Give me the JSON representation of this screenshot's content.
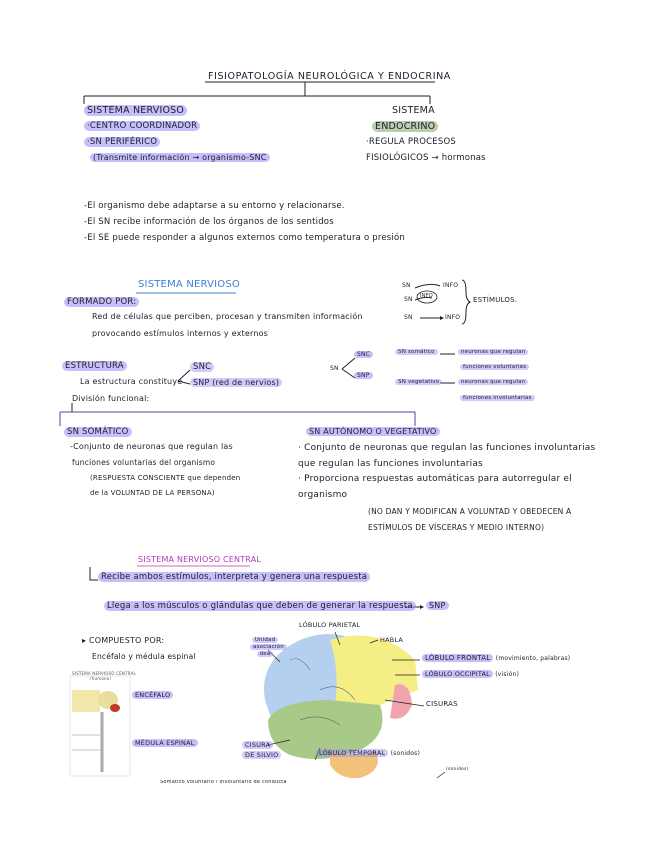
{
  "title": "FISIOPATOLOGÍA NEUROLÓGICA Y ENDOCRINA",
  "colors": {
    "highlight": "#9a8cf4",
    "green": "#8fb17f",
    "sn_title": "#3d7fd1",
    "snc_title": "#b437b8"
  },
  "top": {
    "nervioso": {
      "title": "SISTEMA NERVIOSO",
      "items": [
        "·CENTRO COORDINADOR",
        "·SN PERIFÉRICO",
        "(Transmite información → organismo-SNC"
      ]
    },
    "endocrino": {
      "title_1": "SISTEMA",
      "title_2": "ENDOCRINO",
      "items": [
        "·REGULA PROCESOS",
        "FISIOLÓGICOS → hormonas"
      ]
    },
    "notes": [
      "-El organismo debe adaptarse a su entorno y relacionarse.",
      "-El SN recibe información de los órganos de los sentidos",
      "-El SE puede responder a algunos externos como temperatura o presión"
    ]
  },
  "sn": {
    "title": "SISTEMA NERVIOSO",
    "formado": {
      "label": "FORMADO POR:",
      "line_1": "Red de células que perciben, procesan y transmiten información",
      "line_2": "provocando estímulos internos y externos"
    },
    "estimulos": {
      "rows": [
        "SN",
        "SN",
        "SN"
      ],
      "right": [
        "INFO",
        "INFO",
        "INFO"
      ],
      "middle": "INFO",
      "brace_label": "ESTÍMULOS."
    },
    "estructura": {
      "label": "ESTRUCTURA",
      "text": "La estructura constituye",
      "snc": "SNC",
      "snp": "SNP (red de nervios)",
      "division": "División funcional:"
    },
    "sn_map": {
      "root": "SN",
      "snc": "SNC",
      "snp": "SNP",
      "somatico_label": "SN somático",
      "somatico_1": "neuronas que regulan",
      "somatico_2": "funciones voluntarias",
      "vegetativo_label": "SN vegetativo",
      "vegetativo_1": "neuronas que regulan",
      "vegetativo_2": "funciones involuntarias"
    },
    "somatico": {
      "title": "SN SOMÁTICO",
      "line_1": "-Conjunto de neuronas que regulan las",
      "line_2": "funciones voluntarias del organismo",
      "line_3": "(RESPUESTA CONSCIENTE que dependen",
      "line_4": "de la VOLUNTAD DE LA PERSONA)"
    },
    "autonomo": {
      "title": "SN AUTÓNOMO O VEGETATIVO",
      "line_1": "· Conjunto de neuronas que regulan las funciones involuntarias",
      "line_2": "que regulan las funciones involuntarias",
      "line_3": "· Proporciona respuestas automáticas para autorregular el",
      "line_4": "organismo",
      "line_5": "(NO DAN Y MODIFICAN A VOLUNTAD Y OBEDECEN A",
      "line_6": "ESTÍMULOS DE VÍSCERAS Y MEDIO INTERNO)"
    }
  },
  "snc": {
    "title": "SISTEMA NERVIOSO CENTRAL",
    "recibe": "Recibe ambos estímulos, interpreta y genera una respuesta",
    "llega": "Llega a los músculos o glándulas que deben de generar la respuesta",
    "llega_arrow": "SNP",
    "compuesto": {
      "label": "COMPUESTO POR:",
      "line": "Encéfalo y médula espinal"
    },
    "mini": {
      "title": "SISTEMA NERVIOSO CENTRAL",
      "subtitle": "(humano)",
      "encefalo": "ENCÉFALO",
      "medula": "MÉDULA ESPINAL"
    },
    "brain": {
      "parietal": "LÓBULO PARIETAL",
      "unidad": [
        "Unidad",
        "asociación",
        "dea"
      ],
      "habla": "HABLA",
      "frontal": "LÓBULO FRONTAL",
      "frontal_note": "(movimiento, palabras)",
      "occipital": "LÓBULO OCCIPITAL",
      "occipital_note": "(visión)",
      "cisuras": "CISURAS",
      "cisura_silvio": [
        "CISURA",
        "DE SILVIO"
      ],
      "temporal": "LÓBULO TEMPORAL",
      "temporal_note": "(sonidos)",
      "small_note": "(sonidos)"
    },
    "bottom_cut": "Somático    voluntario / Involuntario de conducta"
  }
}
